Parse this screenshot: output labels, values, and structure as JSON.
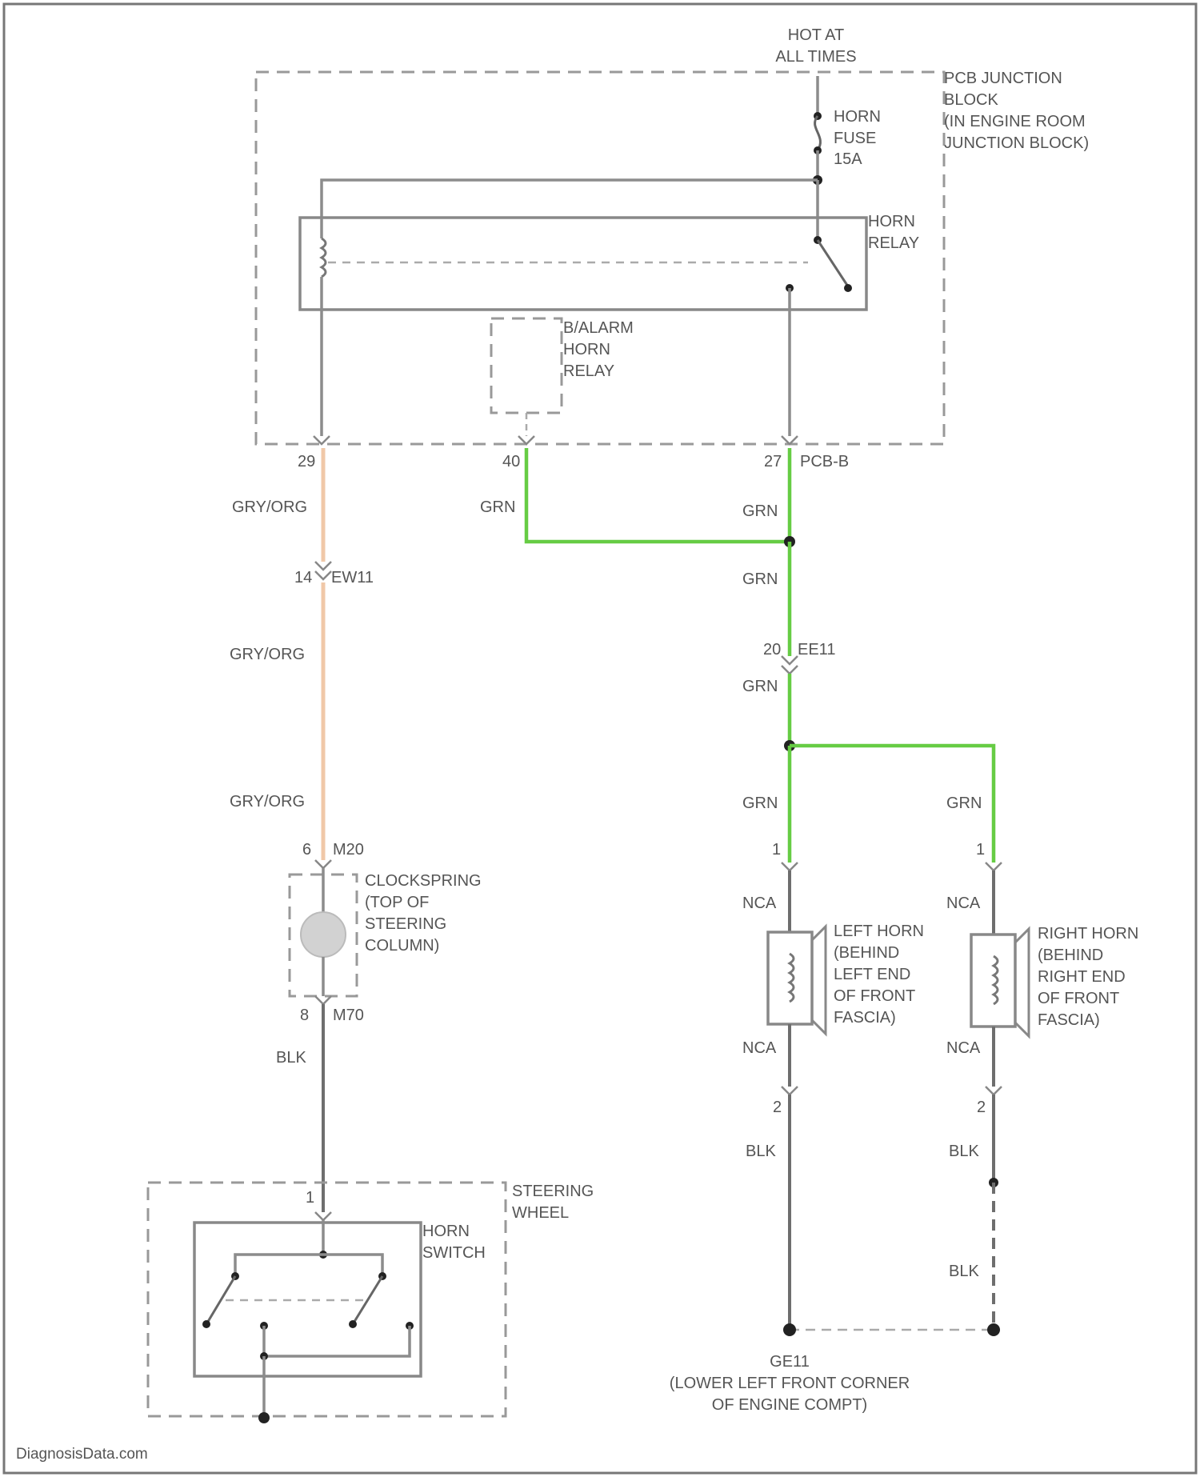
{
  "power": {
    "hot_line1": "HOT AT",
    "hot_line2": "ALL TIMES"
  },
  "junction_block": {
    "line1": "PCB JUNCTION",
    "line2": "BLOCK",
    "line3": "(IN ENGINE ROOM",
    "line4": "JUNCTION BLOCK)"
  },
  "fuse": {
    "line1": "HORN",
    "line2": "FUSE",
    "line3": "15A"
  },
  "horn_relay": {
    "line1": "HORN",
    "line2": "RELAY"
  },
  "alarm_relay": {
    "line1": "B/ALARM",
    "line2": "HORN",
    "line3": "RELAY"
  },
  "pins": {
    "p29": "29",
    "p40": "40",
    "p27": "27",
    "pcb_b": "PCB-B",
    "p14": "14",
    "ew11": "EW11",
    "p20": "20",
    "ee11_conn": "EE11",
    "p6": "6",
    "m20": "M20",
    "p8": "8",
    "m70": "M70",
    "p1_switch": "1",
    "p1_left": "1",
    "p1_right": "1",
    "p2_left": "2",
    "p2_right": "2"
  },
  "wires": {
    "gry_org_1": "GRY/ORG",
    "gry_org_2": "GRY/ORG",
    "gry_org_3": "GRY/ORG",
    "grn_a": "GRN",
    "grn_b": "GRN",
    "grn_c": "GRN",
    "grn_d": "GRN",
    "grn_e": "GRN",
    "grn_f": "GRN",
    "nca_1": "NCA",
    "nca_2": "NCA",
    "nca_3": "NCA",
    "nca_4": "NCA",
    "blk_1": "BLK",
    "blk_2": "BLK",
    "blk_3": "BLK",
    "blk_4": "BLK"
  },
  "clockspring": {
    "line1": "CLOCKSPRING",
    "line2": "(TOP OF",
    "line3": "STEERING",
    "line4": "COLUMN)"
  },
  "left_horn": {
    "line1": "LEFT HORN",
    "line2": "(BEHIND",
    "line3": "LEFT END",
    "line4": "OF FRONT",
    "line5": "FASCIA)"
  },
  "right_horn": {
    "line1": "RIGHT HORN",
    "line2": "(BEHIND",
    "line3": "RIGHT END",
    "line4": "OF FRONT",
    "line5": "FASCIA)"
  },
  "steering_wheel": {
    "line1": "STEERING",
    "line2": "WHEEL"
  },
  "horn_switch": {
    "line1": "HORN",
    "line2": "SWITCH"
  },
  "ground": {
    "line1": "GE11",
    "line2": "(LOWER LEFT FRONT CORNER",
    "line3": "OF ENGINE COMPT)"
  },
  "watermark": "DiagnosisData.com",
  "colors": {
    "green_wire": "#66cc44",
    "orange_wire": "#f0c8a8",
    "grey_wire": "#8c8c8c"
  }
}
